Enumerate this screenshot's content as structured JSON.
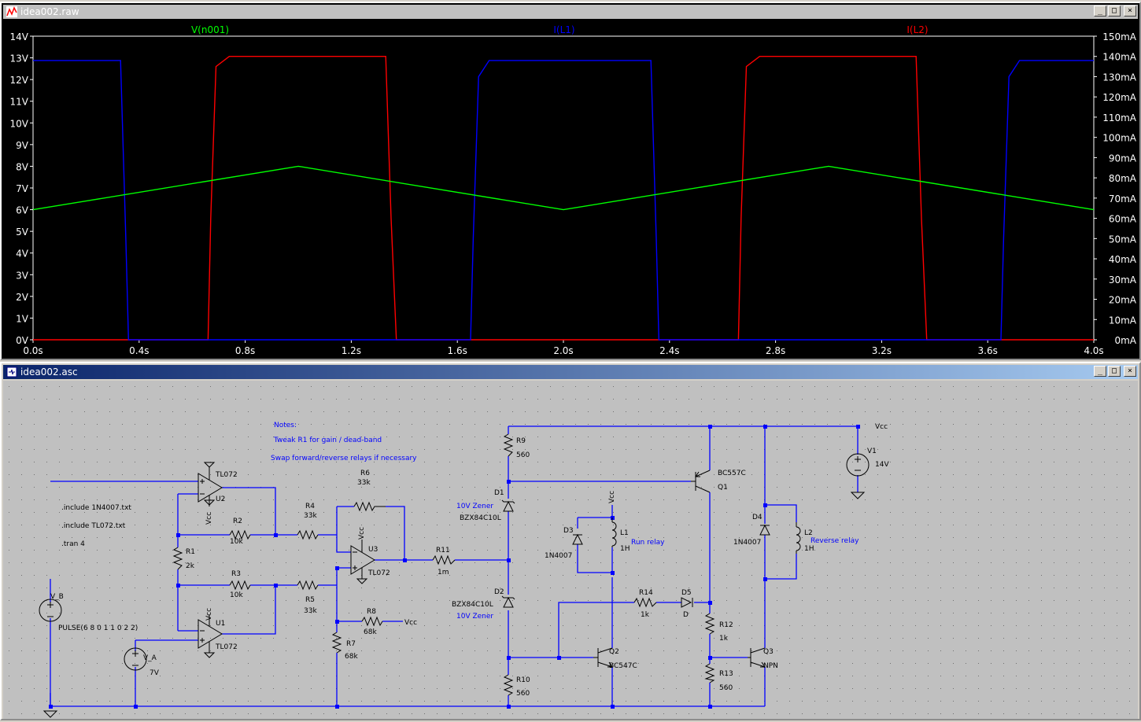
{
  "plot_window": {
    "title": "idea002.raw",
    "traces": [
      {
        "name": "V(n001)",
        "color": "#00ff00"
      },
      {
        "name": "I(L1)",
        "color": "#0000ff"
      },
      {
        "name": "I(L2)",
        "color": "#ff0000"
      }
    ],
    "left_axis_ticks": [
      "0V",
      "1V",
      "2V",
      "3V",
      "4V",
      "5V",
      "6V",
      "7V",
      "8V",
      "9V",
      "10V",
      "11V",
      "12V",
      "13V",
      "14V"
    ],
    "right_axis_ticks": [
      "0mA",
      "10mA",
      "20mA",
      "30mA",
      "40mA",
      "50mA",
      "60mA",
      "70mA",
      "80mA",
      "90mA",
      "100mA",
      "110mA",
      "120mA",
      "130mA",
      "140mA",
      "150mA"
    ],
    "x_axis_ticks": [
      "0.0s",
      "0.4s",
      "0.8s",
      "1.2s",
      "1.6s",
      "2.0s",
      "2.4s",
      "2.8s",
      "3.2s",
      "3.6s",
      "4.0s"
    ]
  },
  "chart_data": {
    "type": "line",
    "xlabel": "",
    "ylabel": "",
    "xlim": [
      0,
      4
    ],
    "ylim": [
      0,
      14
    ],
    "y2lim": [
      0,
      150
    ],
    "grid": false,
    "legend": "top",
    "series": [
      {
        "name": "V(n001)",
        "axis": "left",
        "unit": "V",
        "x": [
          0,
          1.0,
          2.0,
          3.0,
          4.0
        ],
        "y": [
          6,
          8,
          6,
          8,
          6
        ]
      },
      {
        "name": "I(L1)",
        "axis": "right",
        "unit": "mA",
        "x": [
          0,
          0.33,
          0.35,
          0.36,
          1.65,
          1.66,
          1.68,
          1.72,
          2.33,
          2.35,
          2.36,
          3.65,
          3.66,
          3.68,
          3.72,
          4.0
        ],
        "y": [
          138,
          138,
          50,
          0,
          0,
          50,
          130,
          138,
          138,
          50,
          0,
          0,
          50,
          130,
          138,
          138
        ]
      },
      {
        "name": "I(L2)",
        "axis": "right",
        "unit": "mA",
        "x": [
          0,
          0.66,
          0.67,
          0.69,
          0.74,
          1.33,
          1.35,
          1.37,
          2.66,
          2.67,
          2.69,
          2.74,
          3.33,
          3.35,
          3.37,
          4.0
        ],
        "y": [
          0,
          0,
          60,
          135,
          140,
          140,
          60,
          0,
          0,
          60,
          135,
          140,
          140,
          60,
          0,
          0
        ]
      }
    ]
  },
  "schematic_window": {
    "title": "idea002.asc",
    "notes": [
      "Notes:",
      "Tweak R1 for gain / dead-band",
      "Swap forward/reverse relays if necessary"
    ],
    "directives": [
      ".include 1N4007.txt",
      ".include TL072.txt",
      ".tran 4"
    ],
    "labels": {
      "vcc": "Vcc",
      "u1": "U1",
      "u2": "U2",
      "u3": "U3",
      "tl072": "TL072",
      "r1": "R1",
      "r1v": "2k",
      "r2": "R2",
      "r2v": "10k",
      "r3": "R3",
      "r3v": "10k",
      "r4": "R4",
      "r4v": "33k",
      "r5": "R5",
      "r5v": "33k",
      "r6": "R6",
      "r6v": "33k",
      "r7": "R7",
      "r7v": "68k",
      "r8": "R8",
      "r8v": "68k",
      "r9": "R9",
      "r9v": "560",
      "r10": "R10",
      "r10v": "560",
      "r11": "R11",
      "r11v": "1m",
      "r12": "R12",
      "r12v": "1k",
      "r13": "R13",
      "r13v": "560",
      "r14": "R14",
      "r14v": "1k",
      "d1": "D1",
      "d2": "D2",
      "zener": "BZX84C10L",
      "zener_note": "10V Zener",
      "d3": "D3",
      "d4": "D4",
      "d5": "D5",
      "d5v": "D",
      "diode": "1N4007",
      "l1": "L1",
      "l1v": "1H",
      "l1note": "Run relay",
      "l2": "L2",
      "l2v": "1H",
      "l2note": "Reverse relay",
      "q1": "Q1",
      "q1v": "BC557C",
      "q2": "Q2",
      "q2v": "BC547C",
      "q3": "Q3",
      "q3v": "NPN",
      "v1": "V1",
      "v1v": "14V",
      "va": "V_A",
      "vav": "7V",
      "vb": "V_B",
      "vbv": "PULSE(6 8 0 1 1 0 2 2)"
    }
  }
}
